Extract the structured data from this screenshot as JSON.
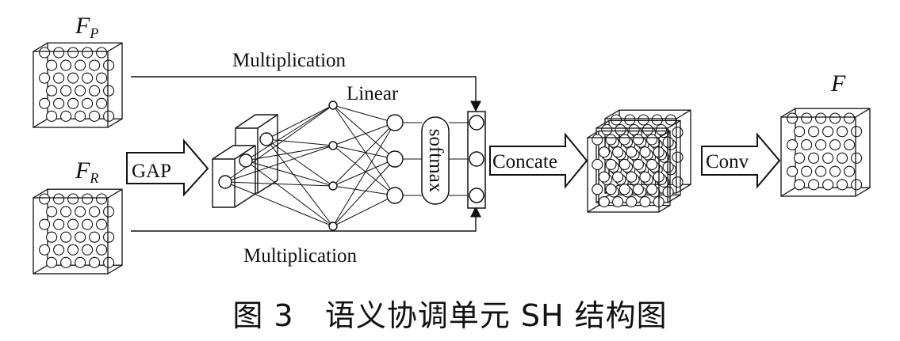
{
  "figure": {
    "inputs": {
      "fp": {
        "letter": "F",
        "sub": "P"
      },
      "fr": {
        "letter": "F",
        "sub": "R"
      }
    },
    "output": {
      "letter": "F"
    },
    "labels": {
      "mult_top": "Multiplication",
      "mult_bottom": "Multiplication",
      "linear": "Linear",
      "softmax": "softmax",
      "gap": "GAP",
      "concate": "Concate",
      "conv": "Conv"
    }
  },
  "caption": {
    "figure_number": "图 3",
    "title": "语义协调单元 SH 结构图"
  }
}
